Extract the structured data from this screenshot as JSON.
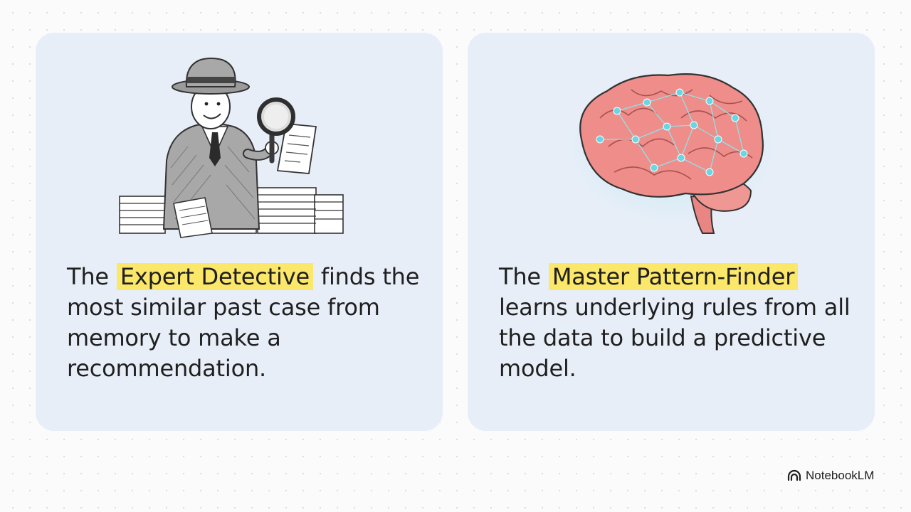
{
  "cards": [
    {
      "prefix": "The ",
      "highlight": "Expert Detective",
      "rest": " finds the most similar past case from memory to make a recommendation.",
      "illustration_icon": "detective-icon"
    },
    {
      "prefix": "The ",
      "highlight": "Master Pattern-Finder",
      "rest": " learns underlying rules from all the data to build a predictive model.",
      "illustration_icon": "brain-network-icon"
    }
  ],
  "brand": {
    "name": "NotebookLM",
    "icon": "notebooklm-logo-icon"
  },
  "colors": {
    "card_background": "#e8eef8",
    "highlight": "#fbe76a",
    "brain": "#ee8d8a",
    "network_nodes": "#67d7e3"
  }
}
